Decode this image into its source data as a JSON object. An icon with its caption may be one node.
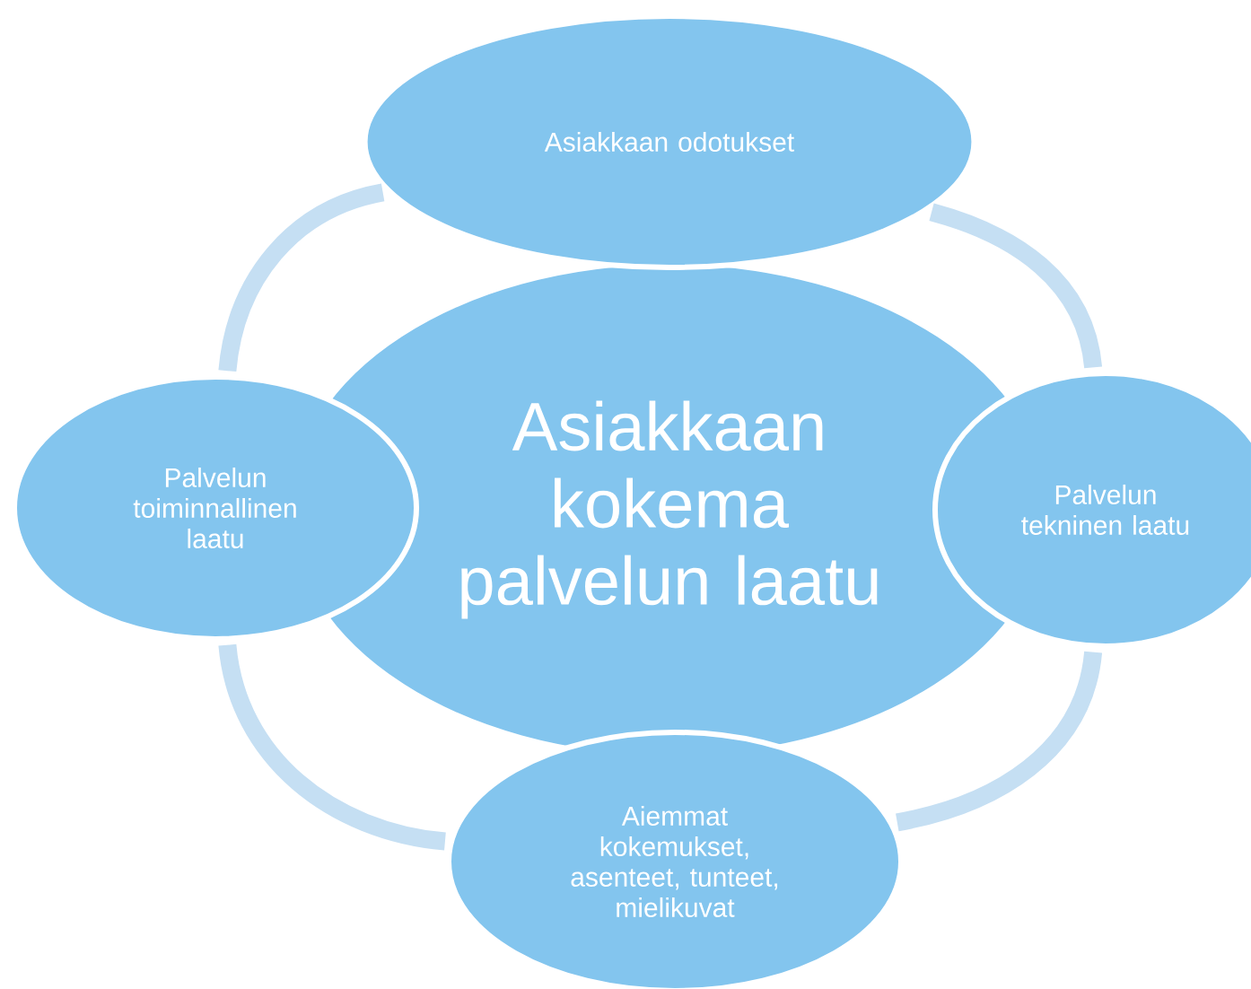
{
  "diagram": {
    "nodes": [
      {
        "text": [
          "Asiakkaan odotukset"
        ]
      },
      {
        "text": [
          "Palvelun toiminnallinen laatu"
        ]
      },
      {
        "text": [
          "Asiakkaan kokema palvelun laatu"
        ]
      },
      {
        "text": [
          "Palvelun tekninen laatu"
        ]
      },
      {
        "text": [
          "Aiemmat kokemukset, asenteet, tunteet, mielikuvat"
        ]
      }
    ],
    "edges": [
      {
        "from": 0,
        "to": 3,
        "arrow": "none"
      },
      {
        "from": 3,
        "to": 4,
        "arrow": "none"
      },
      {
        "from": 4,
        "to": 1,
        "arrow": "none"
      },
      {
        "from": 1,
        "to": 0,
        "arrow": "none"
      }
    ]
  }
}
